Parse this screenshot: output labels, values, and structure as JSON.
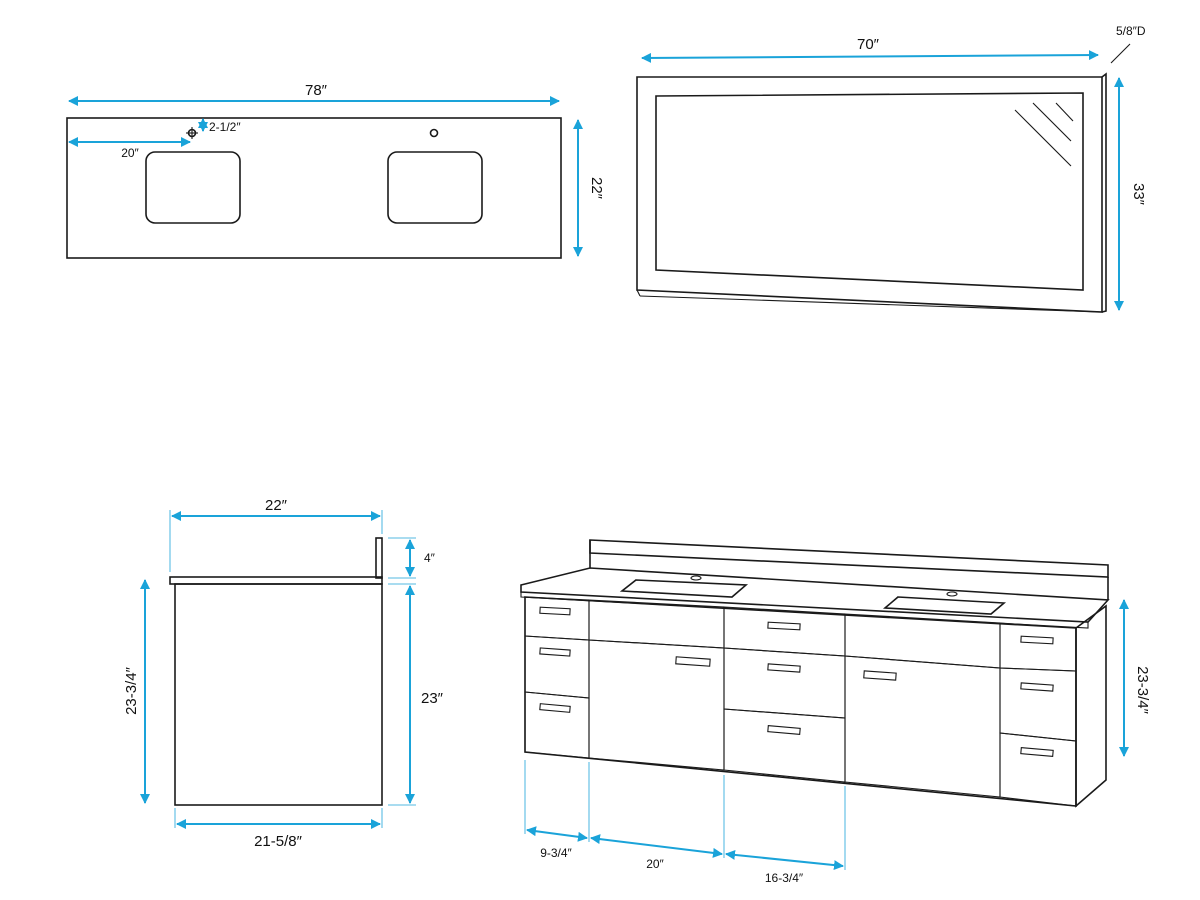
{
  "colors": {
    "dimension": "#1aa3d9",
    "outline": "#1a1a1a",
    "background": "#ffffff"
  },
  "countertop_top_view": {
    "width": "78″",
    "depth": "22″",
    "sink_offset": "20″",
    "faucet_hole_offset": "2-1/2″"
  },
  "mirror_front_view": {
    "width": "70″",
    "height": "33″",
    "depth": "5/8″D"
  },
  "vanity_side_view": {
    "top_depth": "22″",
    "backsplash_height": "4″",
    "cabinet_height": "23″",
    "overall_height": "23-3/4″",
    "cabinet_depth": "21-5/8″"
  },
  "vanity_front_view": {
    "overall_height": "23-3/4″",
    "side_drawer_width": "9-3/4″",
    "door_width": "20″",
    "center_drawer_width": "16-3/4″"
  }
}
